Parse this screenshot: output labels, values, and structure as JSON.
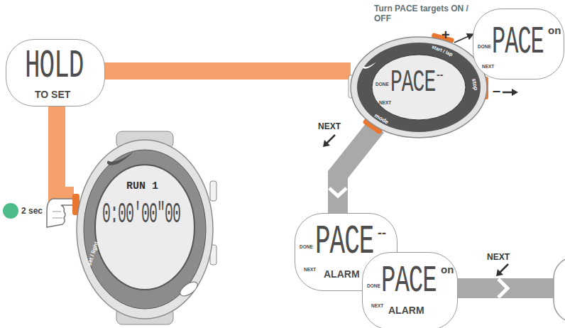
{
  "diagram": {
    "nodes": [
      {
        "text": [
          "HOLD",
          "TO SET"
        ]
      },
      {
        "text": [
          "RUN 1",
          "0:00'00\"00",
          "set / light"
        ]
      },
      {
        "text": [
          "PACE",
          "--",
          "DONE",
          "NEXT",
          "start / lap",
          "stop",
          "mode"
        ]
      },
      {
        "text": [
          "PACE",
          "on",
          "DONE",
          "NEXT"
        ]
      },
      {
        "text": [
          "PACE",
          "--",
          "ALARM",
          "DONE",
          "NEXT"
        ]
      },
      {
        "text": [
          "PACE",
          "on",
          "ALARM",
          "DONE",
          "NEXT"
        ]
      }
    ],
    "edges": [
      {
        "from": 0,
        "to": 1,
        "arrow": "none"
      },
      {
        "from": 0,
        "to": 2,
        "arrow": "none"
      },
      {
        "from": 2,
        "to": 3,
        "arrow": "to",
        "label": "+"
      },
      {
        "from": 2,
        "to": 4,
        "arrow": "to",
        "label": "NEXT"
      }
    ],
    "labels": [
      "Turn PACE targets ON / OFF",
      "–",
      "2 sec",
      "NEXT"
    ]
  }
}
